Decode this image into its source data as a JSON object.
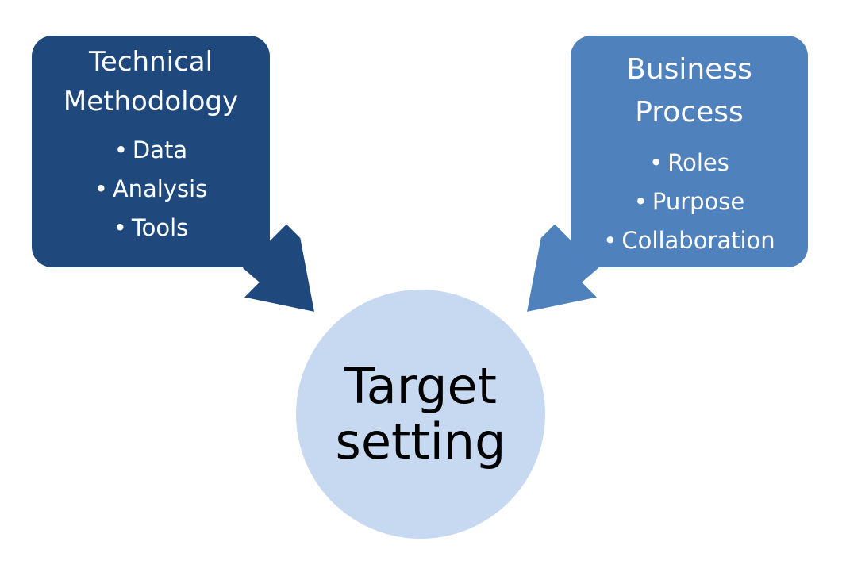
{
  "colors": {
    "left_box": "#1f497d",
    "right_box": "#4f81bd",
    "circle": "#c6d9f1",
    "left_arrow": "#1f497d",
    "right_arrow": "#4f81bd",
    "arrow_outline": "#ffffff"
  },
  "left_box": {
    "title_line1": "Technical",
    "title_line2": "Methodology",
    "bullet_glyph": "•",
    "items": [
      "Data",
      "Analysis",
      "Tools"
    ]
  },
  "right_box": {
    "title_line1": "Business",
    "title_line2": "Process",
    "bullet_glyph": "•",
    "items": [
      "Roles",
      "Purpose",
      "Collaboration"
    ]
  },
  "center": {
    "line1": "Target",
    "line2": "setting"
  },
  "arrows": [
    {
      "from": "left_box",
      "to": "center",
      "icon": "arrow-down-right-icon"
    },
    {
      "from": "right_box",
      "to": "center",
      "icon": "arrow-down-left-icon"
    }
  ]
}
